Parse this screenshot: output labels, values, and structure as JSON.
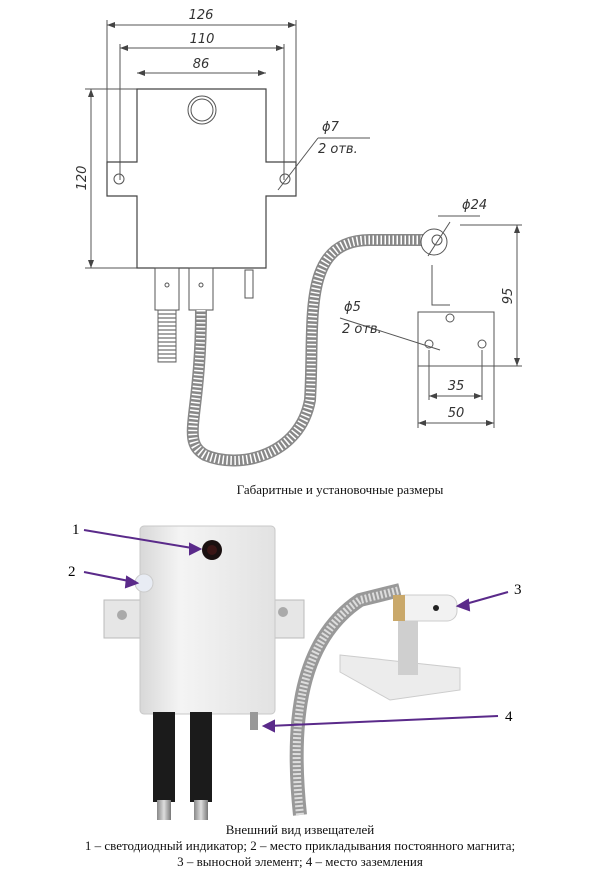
{
  "drawing": {
    "dimensions": {
      "overall_width": "126",
      "hole_spacing": "110",
      "body_width": "86",
      "height": "120",
      "mount_hole": "ϕ7",
      "mount_hole_count": "2 отв.",
      "sensor_diameter": "ϕ24",
      "bracket_hole": "ϕ5",
      "bracket_hole_count": "2 отв.",
      "sensor_height": "95",
      "bracket_hole_spacing": "35",
      "bracket_width": "50"
    },
    "caption": "Габаритные и установочные размеры"
  },
  "photo": {
    "callouts": [
      "1",
      "2",
      "3",
      "4"
    ],
    "caption_title": "Внешний вид извещателей",
    "caption_line1": "1 – светодиодный индикатор; 2 – место прикладывания постоянного магнита;",
    "caption_line2": "3 – выносной элемент; 4 – место заземления"
  },
  "colors": {
    "callout_arrow": "#5a2a8a"
  }
}
